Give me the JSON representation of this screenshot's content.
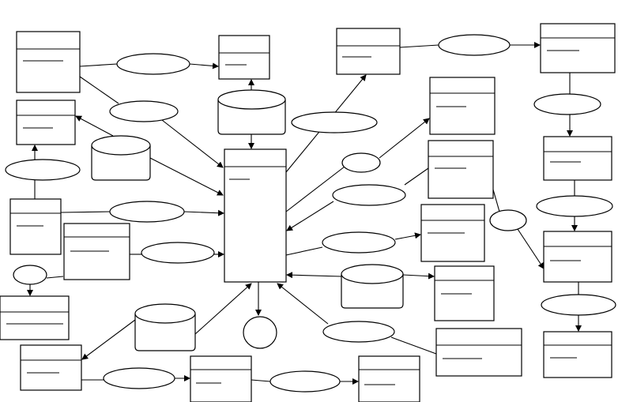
{
  "diagram": {
    "title": "",
    "colors": {
      "stroke": "#000000",
      "fill": "#ffffff"
    },
    "entity_count": 20,
    "relationship_count": 18,
    "datastore_count": 4,
    "terminal_count": 1,
    "edge_count": 42
  }
}
